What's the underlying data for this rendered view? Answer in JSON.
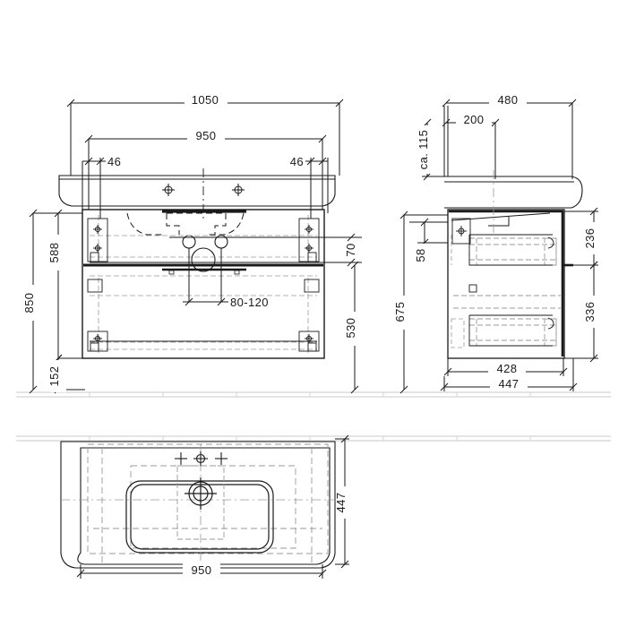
{
  "drawing": {
    "title": "Washbasin vanity unit technical drawing",
    "units": "mm",
    "line_color": "#1a1a1a",
    "hidden_line_color": "#9a9a9a",
    "reference_line_color": "#c9c9c9",
    "background": "#ffffff"
  },
  "views": {
    "front_elevation": {
      "name": "front-elevation-view",
      "dimensions": {
        "basin_total_width": "1050",
        "cabinet_width": "950",
        "left_overhang": "46",
        "right_overhang": "46",
        "total_height": "850",
        "cabinet_height": "588",
        "floor_clearance": "152",
        "drawer_depth_note": "530",
        "plumbing_spacing": "80-120",
        "top_detail": "70"
      }
    },
    "side_elevation": {
      "name": "side-elevation-view",
      "dimensions": {
        "basin_depth": "480",
        "tap_offset": "200",
        "basin_thickness": "ca. 115",
        "top_gap": "58",
        "mount_height": "675",
        "upper_drawer_height": "236",
        "lower_drawer_height": "336",
        "cabinet_depth": "428",
        "cabinet_depth_total": "447"
      }
    },
    "plan": {
      "name": "plan-view",
      "dimensions": {
        "width": "950",
        "depth": "447"
      }
    }
  },
  "labels": {
    "d_1050": "1050",
    "d_950_top": "950",
    "d_46_left": "46",
    "d_46_right": "46",
    "d_850": "850",
    "d_588": "588",
    "d_152": "152",
    "d_530": "530",
    "d_70": "70",
    "d_80_120": "80-120",
    "d_480": "480",
    "d_200": "200",
    "d_ca115": "ca. 115",
    "d_58": "58",
    "d_675": "675",
    "d_236": "236",
    "d_336": "336",
    "d_428": "428",
    "d_447_side": "447",
    "d_950_plan": "950",
    "d_447_plan": "447"
  }
}
